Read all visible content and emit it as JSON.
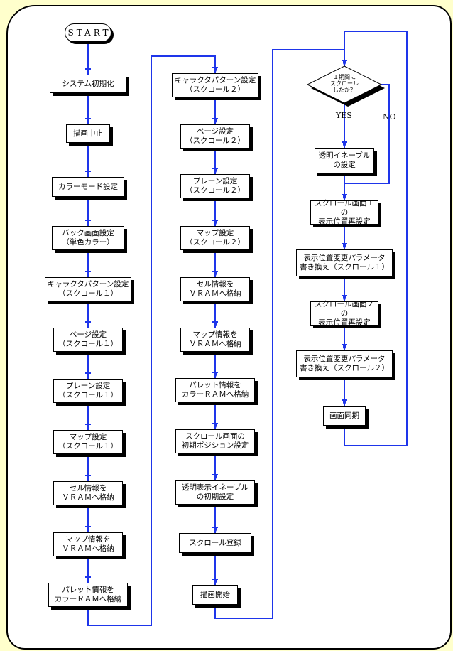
{
  "theme": {
    "line_color": "#1e35ea",
    "box_border_color": "#000000",
    "box_shadow_color": "#000000",
    "background_color": "#ffffcc",
    "page_color": "#ffffff"
  },
  "flowchart": {
    "start_label": "START",
    "decision_label": "１期間に\nスクロール\nしたか？",
    "yes_label": "YES",
    "no_label": "NO",
    "col1": [
      "システム初期化",
      "描画中止",
      "カラーモード設定",
      "バック画面設定\n（単色カラー）",
      "キャラクタパターン設定\n（スクロール１）",
      "ページ設定\n（スクロール１）",
      "プレーン設定\n（スクロール１）",
      "マップ設定\n（スクロール１）",
      "セル情報を\nＶＲＡＭへ格納",
      "マップ情報を\nＶＲＡＭへ格納",
      "パレット情報を\nカラーＲＡＭへ格納"
    ],
    "col2": [
      "キャラクタパターン設定\n（スクロール２）",
      "ページ設定\n（スクロール２）",
      "プレーン設定\n（スクロール２）",
      "マップ設定\n（スクロール２）",
      "セル情報を\nＶＲＡＭへ格納",
      "マップ情報を\nＶＲＡＭへ格納",
      "パレット情報を\nカラーＲＡＭへ格納",
      "スクロール画面の\n初期ポジション設定",
      "透明表示イネーブル\nの初期設定",
      "スクロール登録",
      "描画開始"
    ],
    "col3": [
      "透明イネーブル\nの設定",
      "スクロール画面１の\n表示位置再設定",
      "表示位置変更パラメータ\n書き換え（スクロール１）",
      "スクロール画面２の\n表示位置再設定",
      "表示位置変更パラメータ\n書き換え（スクロール２）",
      "画面同期"
    ]
  }
}
